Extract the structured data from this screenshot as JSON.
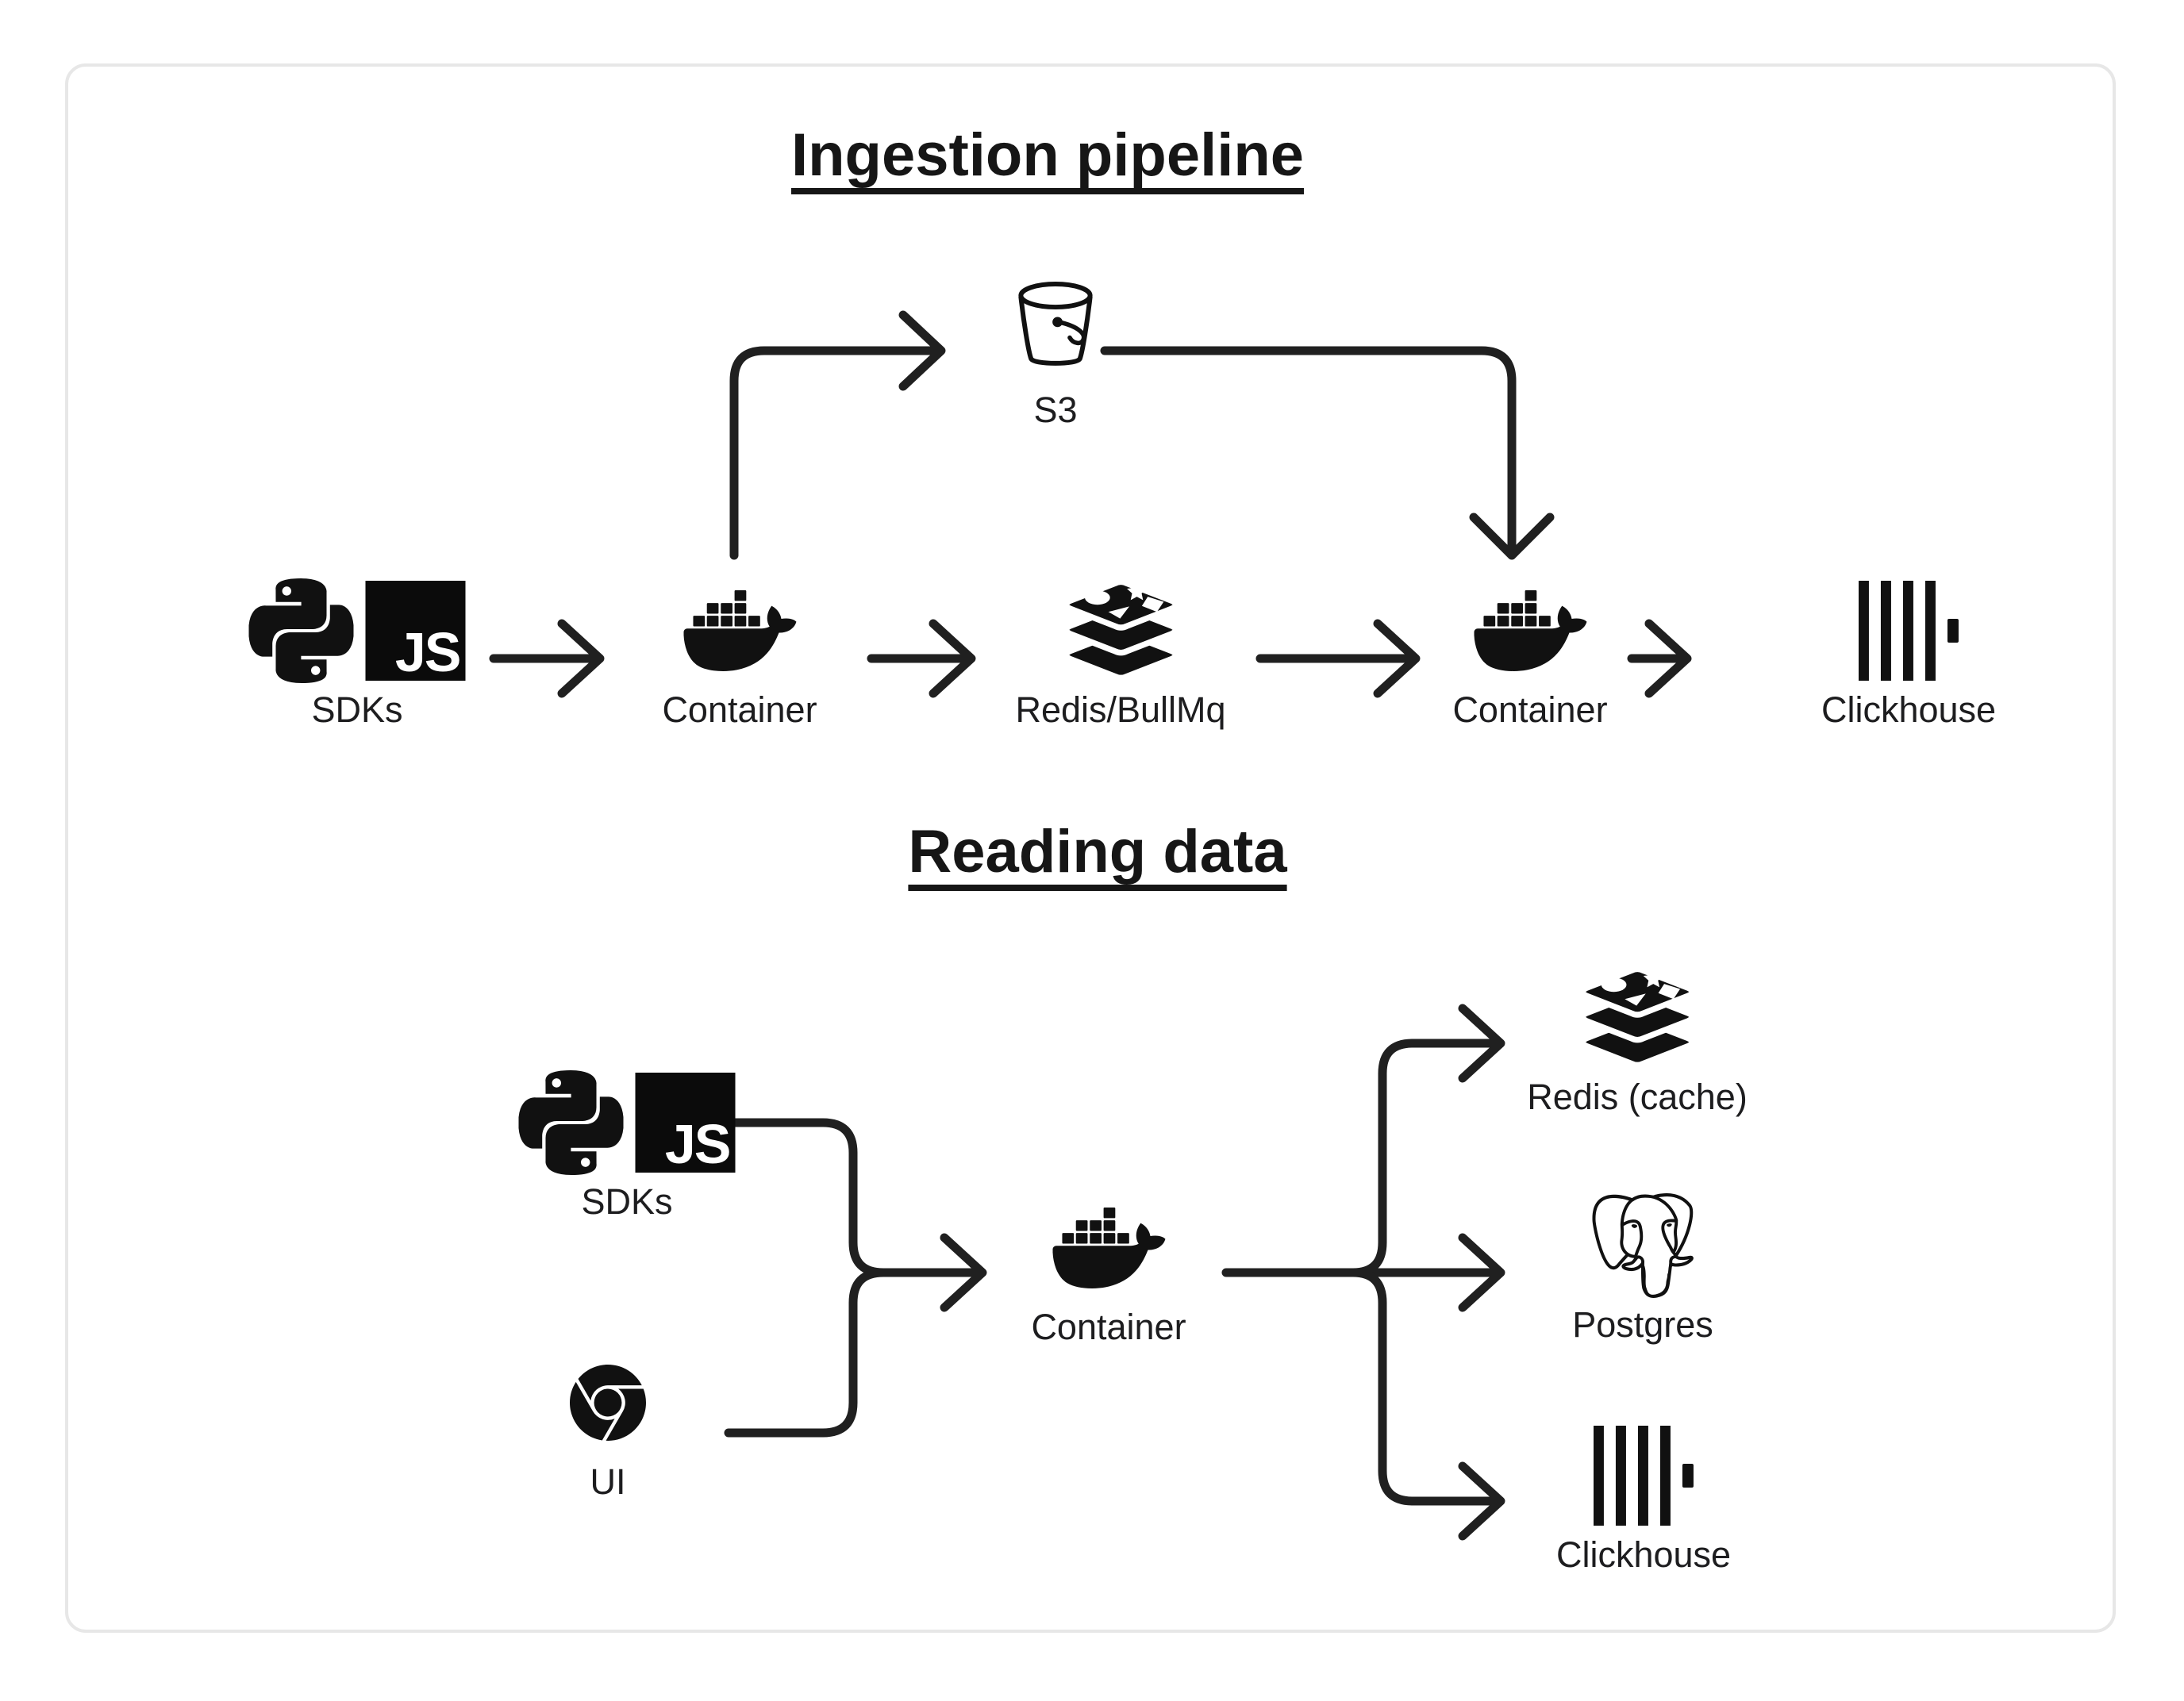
{
  "app": {
    "kind": "architecture-diagram"
  },
  "colors": {
    "background": "#ffffff",
    "card_border": "#e7e7e7",
    "ink": "#161616",
    "label": "#1d1d1f",
    "connector": "#202020",
    "icon": "#111111"
  },
  "badges": {
    "js": "JS"
  },
  "sections": [
    {
      "title": "Ingestion pipeline",
      "nodes": [
        {
          "label": "SDKs",
          "icons": [
            "python-icon",
            "javascript-icon"
          ]
        },
        {
          "label": "Container",
          "icons": [
            "docker-icon"
          ]
        },
        {
          "label": "S3",
          "icons": [
            "s3-bucket-icon"
          ]
        },
        {
          "label": "Redis/BullMq",
          "icons": [
            "redis-icon"
          ]
        },
        {
          "label": "Container",
          "icons": [
            "docker-icon"
          ]
        },
        {
          "label": "Clickhouse",
          "icons": [
            "clickhouse-icon"
          ]
        }
      ],
      "connections": [
        {
          "from": "SDKs",
          "to": "Container"
        },
        {
          "from": "Container",
          "to": "S3"
        },
        {
          "from": "Container",
          "to": "Redis/BullMq"
        },
        {
          "from": "S3",
          "to": "Container (2)"
        },
        {
          "from": "Redis/BullMq",
          "to": "Container (2)"
        },
        {
          "from": "Container (2)",
          "to": "Clickhouse"
        }
      ]
    },
    {
      "title": "Reading data",
      "nodes": [
        {
          "label": "SDKs",
          "icons": [
            "python-icon",
            "javascript-icon"
          ]
        },
        {
          "label": "UI",
          "icons": [
            "chrome-icon"
          ]
        },
        {
          "label": "Container",
          "icons": [
            "docker-icon"
          ]
        },
        {
          "label": "Redis (cache)",
          "icons": [
            "redis-icon"
          ]
        },
        {
          "label": "Postgres",
          "icons": [
            "postgresql-icon"
          ]
        },
        {
          "label": "Clickhouse",
          "icons": [
            "clickhouse-icon"
          ]
        }
      ],
      "connections": [
        {
          "from": "SDKs",
          "to": "Container"
        },
        {
          "from": "UI",
          "to": "Container"
        },
        {
          "from": "Container",
          "to": "Redis (cache)"
        },
        {
          "from": "Container",
          "to": "Postgres"
        },
        {
          "from": "Container",
          "to": "Clickhouse"
        }
      ]
    }
  ]
}
